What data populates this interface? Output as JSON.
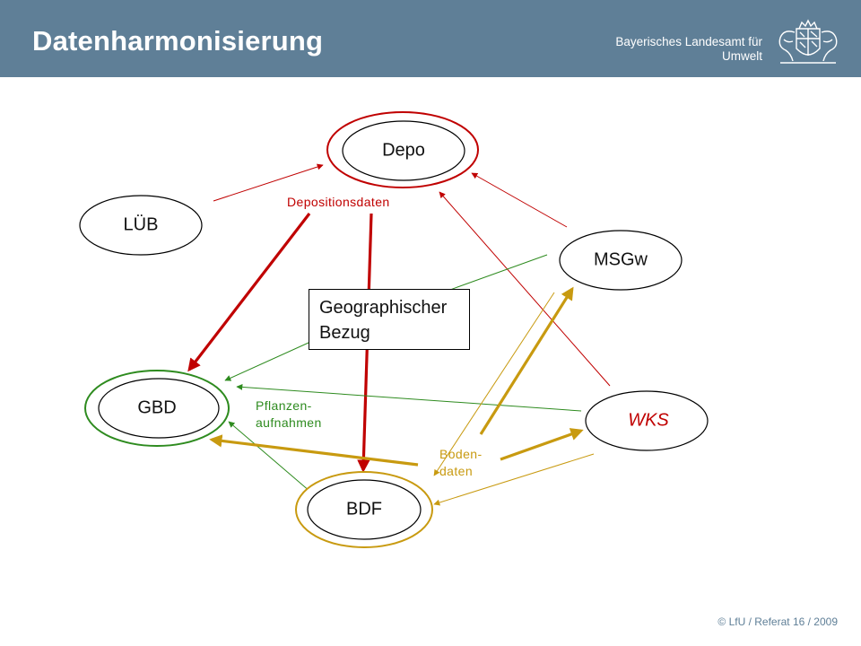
{
  "header": {
    "title": "Datenharmonisierung",
    "org_line1": "Bayerisches Landesamt für",
    "org_line2": "Umwelt"
  },
  "nodes": {
    "depo": "Depo",
    "lub": "LÜB",
    "msgw": "MSGw",
    "gbd": "GBD",
    "wks": "WKS",
    "bdf": "BDF"
  },
  "annotations": {
    "depositionsdaten": "Depositionsdaten",
    "pflanzen_line1": "Pflanzen-",
    "pflanzen_line2": "aufnahmen",
    "boden_line1": "Boden-",
    "boden_line2": "daten"
  },
  "geo_box": {
    "line1": "Geographischer",
    "line2": "Bezug"
  },
  "footer": "© LfU / Referat 16 / 2009",
  "colors": {
    "header_bg": "#5f7f97",
    "red": "#c00000",
    "green": "#2e8b1f",
    "gold": "#c89a10"
  }
}
